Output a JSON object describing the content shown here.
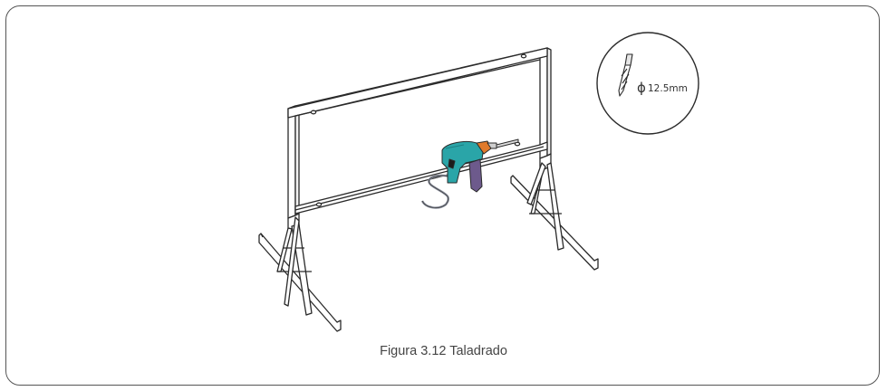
{
  "figure": {
    "caption": "Figura 3.12 Taladrado"
  },
  "drill_bit_detail": {
    "label": "12.5mm",
    "symbol": "ϕ"
  },
  "colors": {
    "outline": "#2a2a2a",
    "frame_border": "#555555",
    "drill_body": "#2aa5a8",
    "drill_chuck": "#e07a2c",
    "drill_grip": "#6d5a8c",
    "cord": "#8a8f9c"
  },
  "icons": {
    "drill": "power-drill-icon",
    "bit": "drill-bit-icon"
  }
}
